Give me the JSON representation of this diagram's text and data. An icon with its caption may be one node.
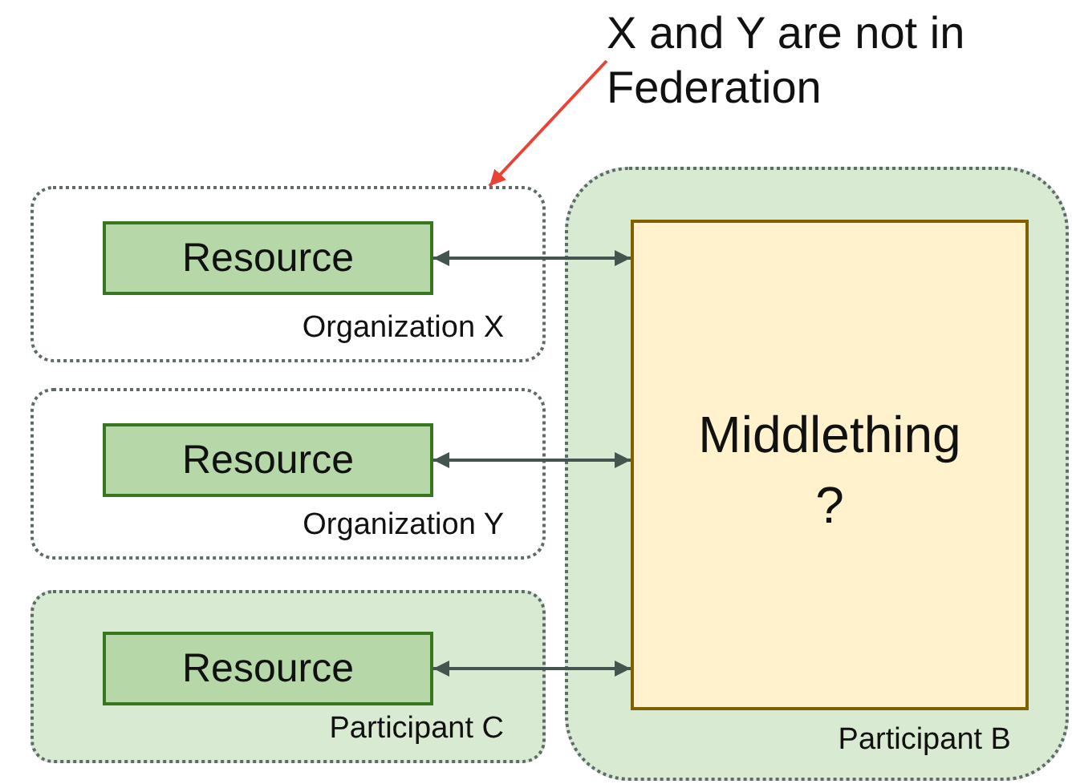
{
  "diagram": {
    "nodes": [
      {
        "text": [
          "X and Y are not in Federation"
        ]
      },
      {
        "text": [
          "Organization X"
        ]
      },
      {
        "text": [
          "Resource"
        ],
        "in": 1
      },
      {
        "text": [
          "Organization Y"
        ]
      },
      {
        "text": [
          "Resource"
        ],
        "in": 3
      },
      {
        "text": [
          "Participant C"
        ]
      },
      {
        "text": [
          "Resource"
        ],
        "in": 5
      },
      {
        "text": [
          "Participant B"
        ]
      },
      {
        "text": [
          "Middlething ?"
        ],
        "in": 7
      }
    ],
    "edges": [
      {
        "from": 0,
        "to": 1,
        "arrow": "to",
        "color": "#ea4335"
      },
      {
        "from": 2,
        "to": 8,
        "arrow": "both"
      },
      {
        "from": 4,
        "to": 8,
        "arrow": "both"
      },
      {
        "from": 6,
        "to": 8,
        "arrow": "both"
      }
    ]
  }
}
